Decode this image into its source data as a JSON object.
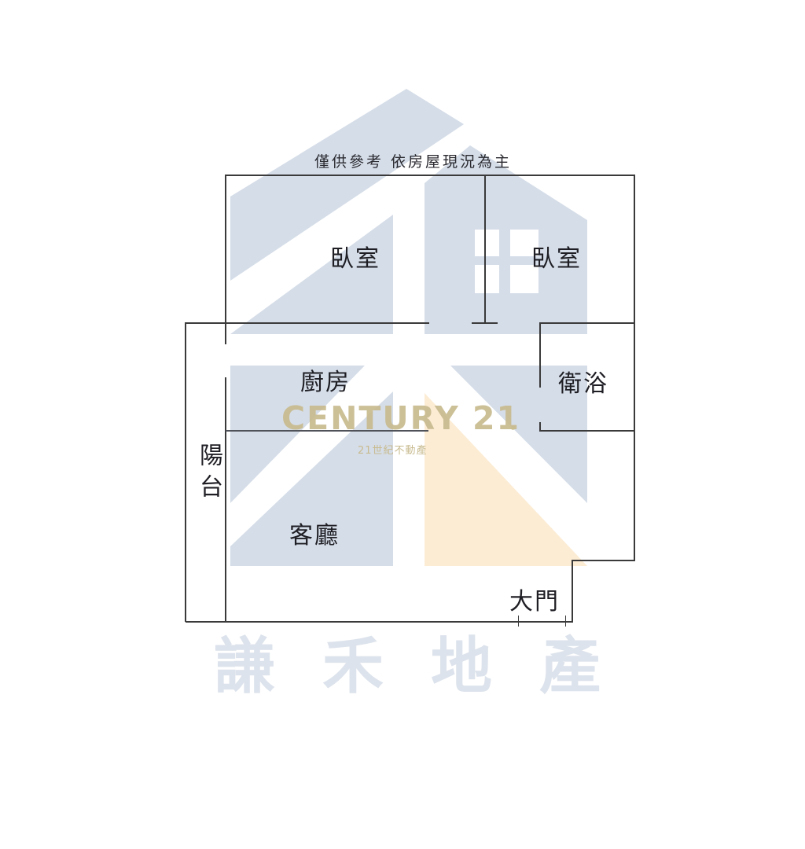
{
  "disclaimer": "僅供參考 依房屋現況為主",
  "rooms": {
    "bedroom_left": "臥室",
    "bedroom_right": "臥室",
    "kitchen": "廚房",
    "bathroom": "衛浴",
    "balcony": "陽台",
    "living_room": "客廳",
    "main_door": "大門"
  },
  "watermark": {
    "brand": "CENTURY 21",
    "brand_sub": "21世紀不動產",
    "company_chars": [
      "謙",
      "禾",
      "地",
      "產"
    ],
    "colors": {
      "house_blue": "#d5dde8",
      "house_peach": "#fcecd4",
      "brand_gold": "#c8bb8f",
      "company_gray": "#dde3ec"
    }
  },
  "colors": {
    "wall": "#3a3a3a",
    "label": "#1e1e24",
    "background": "#ffffff"
  }
}
